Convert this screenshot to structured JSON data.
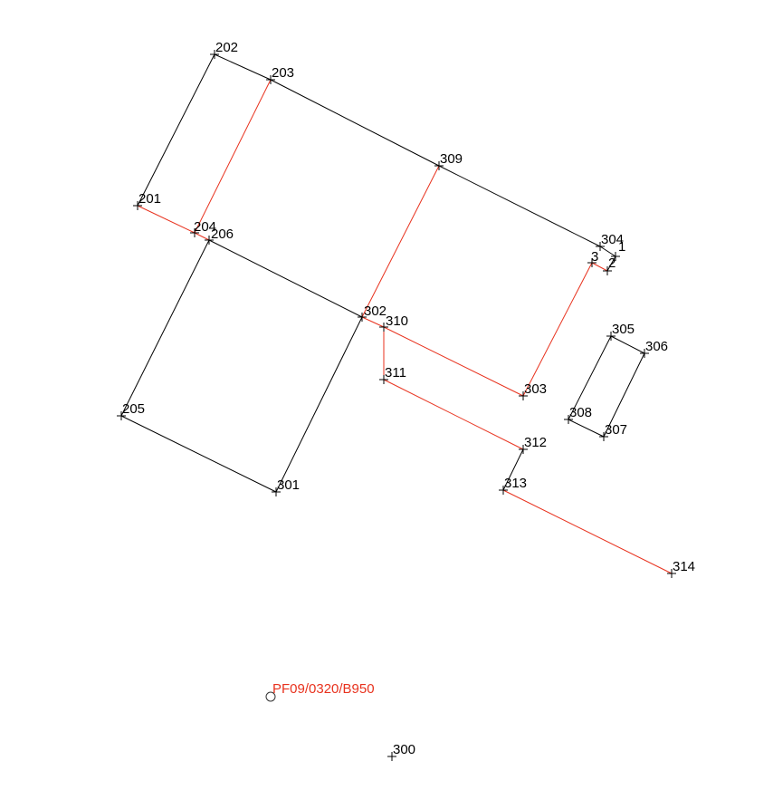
{
  "colors": {
    "black_line": "#000000",
    "red_line": "#e8321e",
    "label": "#000000",
    "annotation": "#e8321e"
  },
  "points": [
    {
      "id": "202",
      "label": "202"
    },
    {
      "id": "203",
      "label": "203"
    },
    {
      "id": "309",
      "label": "309"
    },
    {
      "id": "201",
      "label": "201"
    },
    {
      "id": "204",
      "label": "204"
    },
    {
      "id": "206",
      "label": "206"
    },
    {
      "id": "304",
      "label": "304"
    },
    {
      "id": "p1",
      "label": "1"
    },
    {
      "id": "p2",
      "label": "2"
    },
    {
      "id": "p3",
      "label": "3"
    },
    {
      "id": "302",
      "label": "302"
    },
    {
      "id": "310",
      "label": "310"
    },
    {
      "id": "305",
      "label": "305"
    },
    {
      "id": "306",
      "label": "306"
    },
    {
      "id": "311",
      "label": "311"
    },
    {
      "id": "303",
      "label": "303"
    },
    {
      "id": "205",
      "label": "205"
    },
    {
      "id": "308",
      "label": "308"
    },
    {
      "id": "307",
      "label": "307"
    },
    {
      "id": "312",
      "label": "312"
    },
    {
      "id": "301",
      "label": "301"
    },
    {
      "id": "313",
      "label": "313"
    },
    {
      "id": "314",
      "label": "314"
    },
    {
      "id": "300",
      "label": "300"
    }
  ],
  "segments": [
    {
      "from": "202",
      "to": "203",
      "color": "black"
    },
    {
      "from": "203",
      "to": "309",
      "color": "black"
    },
    {
      "from": "309",
      "to": "304",
      "color": "black"
    },
    {
      "from": "202",
      "to": "201",
      "color": "black"
    },
    {
      "from": "201",
      "to": "204",
      "color": "red"
    },
    {
      "from": "204",
      "to": "206",
      "color": "red"
    },
    {
      "from": "203",
      "to": "204",
      "color": "red"
    },
    {
      "from": "206",
      "to": "302",
      "color": "black"
    },
    {
      "from": "309",
      "to": "302",
      "color": "red"
    },
    {
      "from": "206",
      "to": "205",
      "color": "black"
    },
    {
      "from": "205",
      "to": "301",
      "color": "black"
    },
    {
      "from": "301",
      "to": "302",
      "color": "black"
    },
    {
      "from": "302",
      "to": "310",
      "color": "red"
    },
    {
      "from": "310",
      "to": "303",
      "color": "red"
    },
    {
      "from": "303",
      "to": "p3",
      "color": "red"
    },
    {
      "from": "p3",
      "to": "p2",
      "color": "red"
    },
    {
      "from": "304",
      "to": "p1",
      "color": "black"
    },
    {
      "from": "p1",
      "to": "p2",
      "color": "black"
    },
    {
      "from": "310",
      "to": "311",
      "color": "red"
    },
    {
      "from": "311",
      "to": "312",
      "color": "red"
    },
    {
      "from": "312",
      "to": "313",
      "color": "black"
    },
    {
      "from": "313",
      "to": "314",
      "color": "red"
    },
    {
      "from": "305",
      "to": "306",
      "color": "black"
    },
    {
      "from": "306",
      "to": "307",
      "color": "black"
    },
    {
      "from": "307",
      "to": "308",
      "color": "black"
    },
    {
      "from": "308",
      "to": "305",
      "color": "black"
    }
  ],
  "annotation": {
    "text": "PF09/0320/B950",
    "marker": "circle-marker"
  }
}
